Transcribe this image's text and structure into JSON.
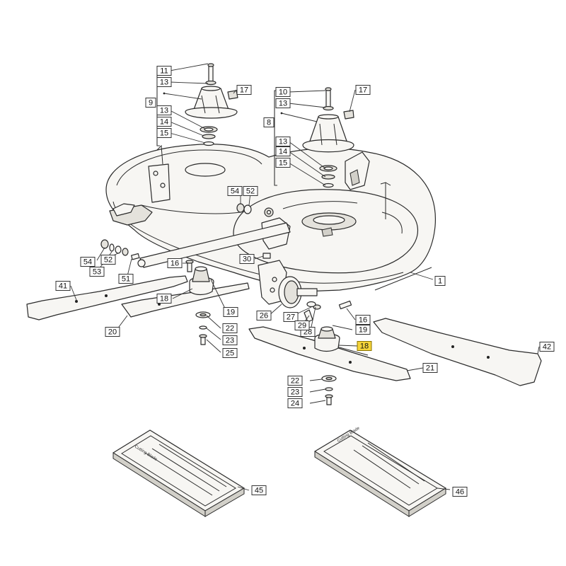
{
  "colors": {
    "highlight": "#f5d43a",
    "line": "#2a2a2a",
    "part_fill": "#f7f6f3"
  },
  "callouts": [
    {
      "id": "c11a",
      "label": "11"
    },
    {
      "id": "c13a",
      "label": "13"
    },
    {
      "id": "c9",
      "label": "9"
    },
    {
      "id": "c13b",
      "label": "13"
    },
    {
      "id": "c14a",
      "label": "14"
    },
    {
      "id": "c15a",
      "label": "15"
    },
    {
      "id": "c17a",
      "label": "17"
    },
    {
      "id": "c10",
      "label": "10"
    },
    {
      "id": "c13c",
      "label": "13"
    },
    {
      "id": "c17b",
      "label": "17"
    },
    {
      "id": "c8",
      "label": "8"
    },
    {
      "id": "c13d",
      "label": "13"
    },
    {
      "id": "c14b",
      "label": "14"
    },
    {
      "id": "c15b",
      "label": "15"
    },
    {
      "id": "c54a",
      "label": "54"
    },
    {
      "id": "c52a",
      "label": "52"
    },
    {
      "id": "c54b",
      "label": "54"
    },
    {
      "id": "c53",
      "label": "53"
    },
    {
      "id": "c52b",
      "label": "52"
    },
    {
      "id": "c51",
      "label": "51"
    },
    {
      "id": "c30",
      "label": "30"
    },
    {
      "id": "c16a",
      "label": "16"
    },
    {
      "id": "c1",
      "label": "1"
    },
    {
      "id": "c41",
      "label": "41"
    },
    {
      "id": "c18a",
      "label": "18"
    },
    {
      "id": "c19a",
      "label": "19"
    },
    {
      "id": "c26",
      "label": "26"
    },
    {
      "id": "c27",
      "label": "27"
    },
    {
      "id": "c16b",
      "label": "16"
    },
    {
      "id": "c28",
      "label": "28"
    },
    {
      "id": "c29",
      "label": "29"
    },
    {
      "id": "c19b",
      "label": "19"
    },
    {
      "id": "c20",
      "label": "20"
    },
    {
      "id": "c22a",
      "label": "22"
    },
    {
      "id": "c23a",
      "label": "23"
    },
    {
      "id": "c25",
      "label": "25"
    },
    {
      "id": "c18b",
      "label": "18"
    },
    {
      "id": "c42",
      "label": "42"
    },
    {
      "id": "c21",
      "label": "21"
    },
    {
      "id": "c22b",
      "label": "22"
    },
    {
      "id": "c23b",
      "label": "23"
    },
    {
      "id": "c24",
      "label": "24"
    },
    {
      "id": "c45",
      "label": "45"
    },
    {
      "id": "c46",
      "label": "46"
    }
  ],
  "packs": {
    "left_label": "Cutting Blade",
    "right_label": "Cutting Blade"
  }
}
